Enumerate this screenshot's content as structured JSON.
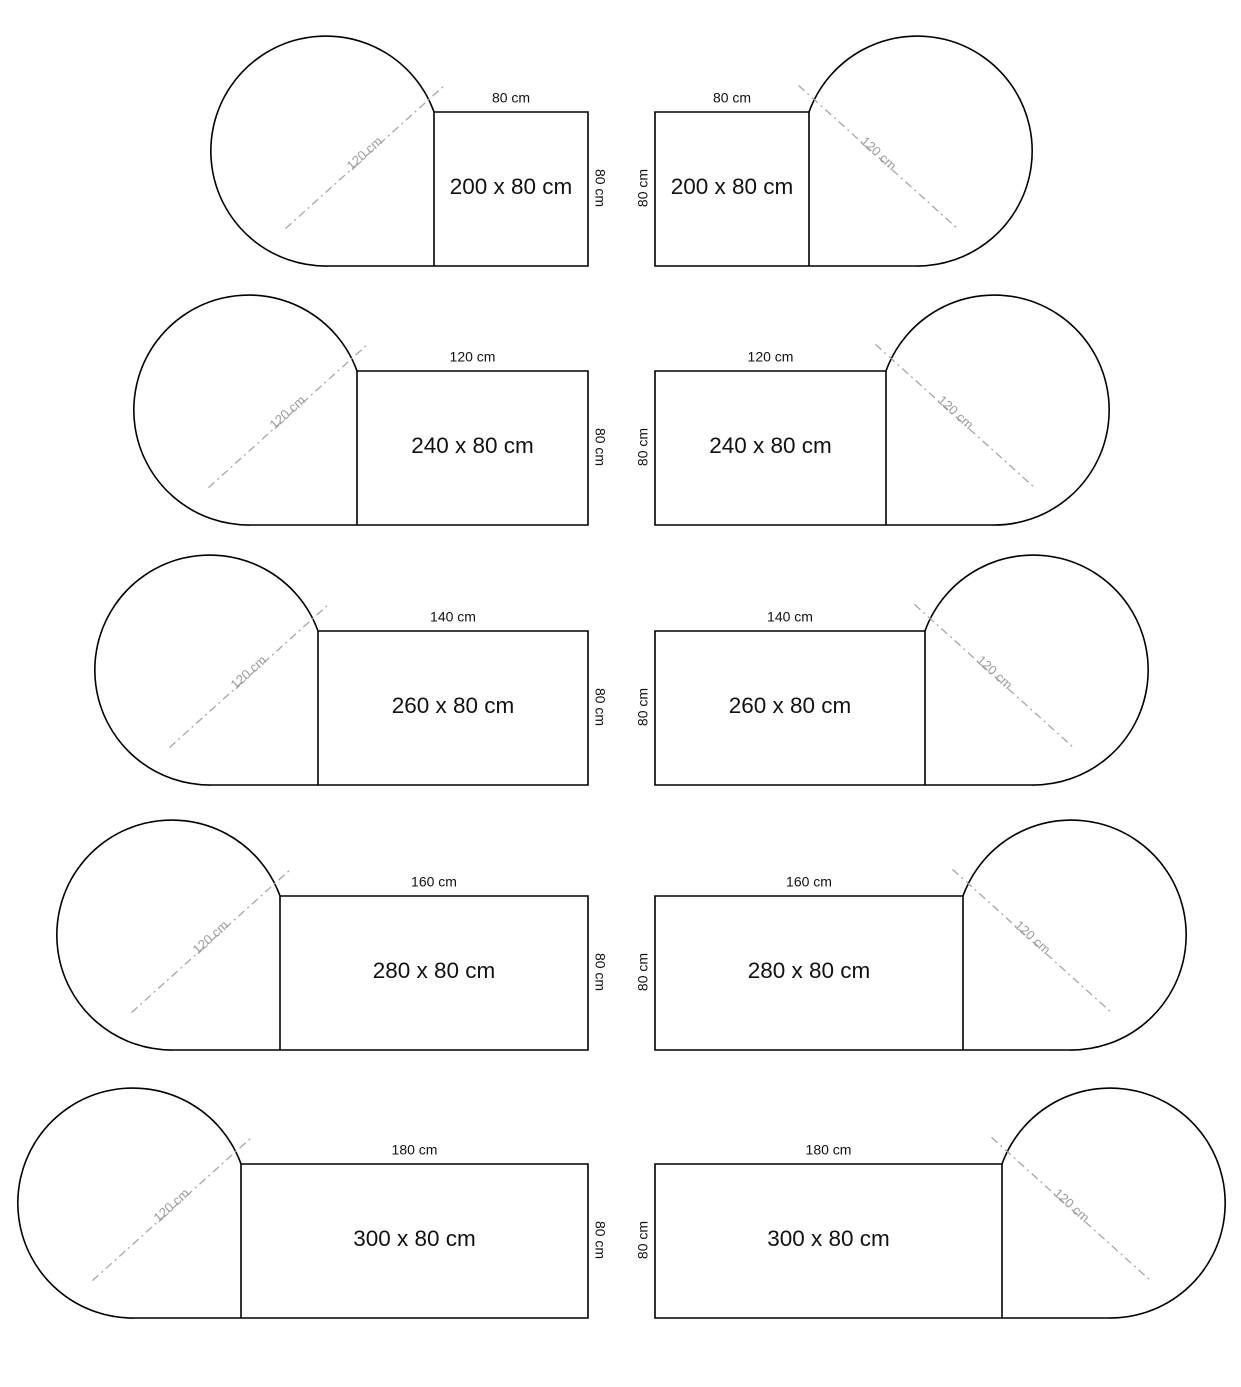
{
  "diagram": {
    "shapes": [
      {
        "side": "left",
        "size_label": "200 x 80 cm",
        "width_label": "80 cm",
        "depth_label": "80 cm",
        "diameter_label": "120 cm"
      },
      {
        "side": "right",
        "size_label": "200 x 80 cm",
        "width_label": "80 cm",
        "depth_label": "80 cm",
        "diameter_label": "120 cm"
      },
      {
        "side": "left",
        "size_label": "240 x 80 cm",
        "width_label": "120 cm",
        "depth_label": "80 cm",
        "diameter_label": "120 cm"
      },
      {
        "side": "right",
        "size_label": "240 x 80 cm",
        "width_label": "120 cm",
        "depth_label": "80 cm",
        "diameter_label": "120 cm"
      },
      {
        "side": "left",
        "size_label": "260 x 80 cm",
        "width_label": "140 cm",
        "depth_label": "80 cm",
        "diameter_label": "120 cm"
      },
      {
        "side": "right",
        "size_label": "260 x 80 cm",
        "width_label": "140 cm",
        "depth_label": "80 cm",
        "diameter_label": "120 cm"
      },
      {
        "side": "left",
        "size_label": "280 x 80 cm",
        "width_label": "160 cm",
        "depth_label": "80 cm",
        "diameter_label": "120 cm"
      },
      {
        "side": "right",
        "size_label": "280 x 80 cm",
        "width_label": "160 cm",
        "depth_label": "80 cm",
        "diameter_label": "120 cm"
      },
      {
        "side": "left",
        "size_label": "300 x 80 cm",
        "width_label": "180 cm",
        "depth_label": "80 cm",
        "diameter_label": "120 cm"
      },
      {
        "side": "right",
        "size_label": "300 x 80 cm",
        "width_label": "180 cm",
        "depth_label": "80 cm",
        "diameter_label": "120 cm"
      }
    ]
  }
}
